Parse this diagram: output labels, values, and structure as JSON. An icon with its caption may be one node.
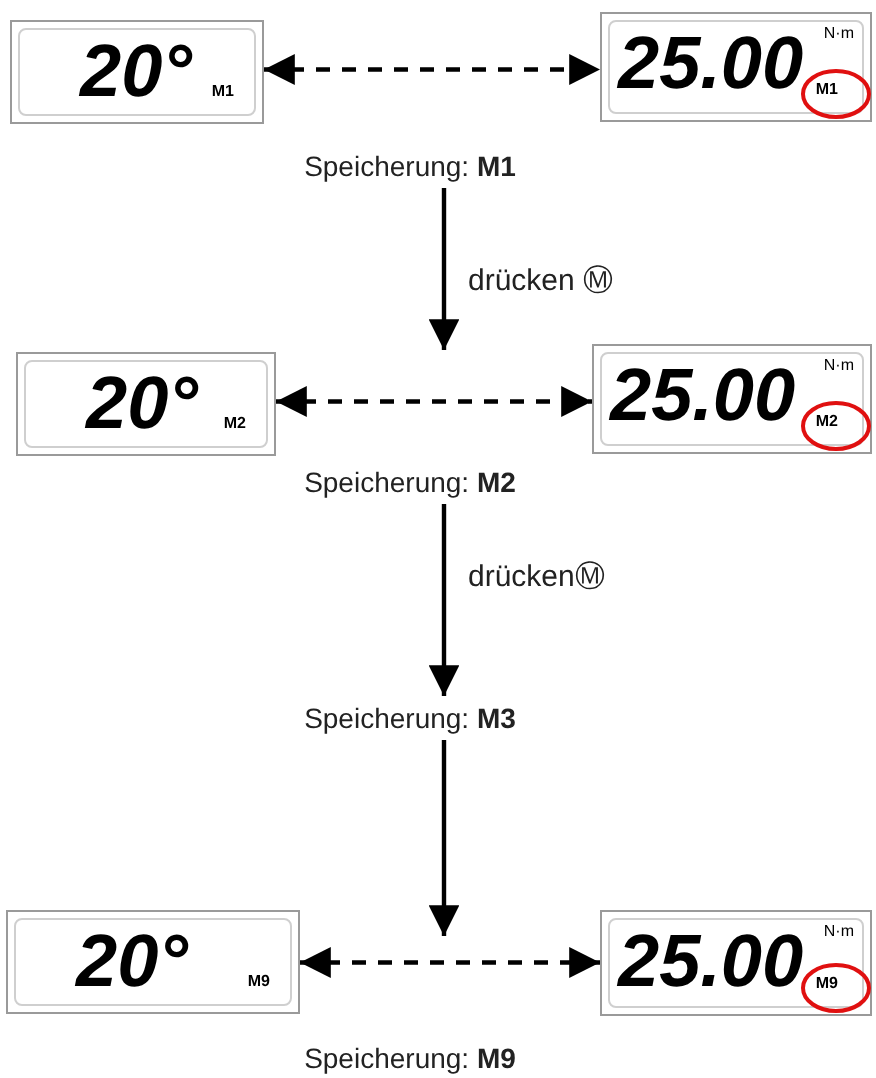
{
  "diagram": {
    "nodes": [
      {
        "text": [
          "20°",
          "M1"
        ]
      },
      {
        "text": [
          "25.00",
          "N·m",
          "M1"
        ]
      },
      {
        "text": [
          "Speicherung: **M1**"
        ]
      },
      {
        "text": [
          "20°",
          "M2"
        ]
      },
      {
        "text": [
          "25.00",
          "N·m",
          "M2"
        ]
      },
      {
        "text": [
          "Speicherung: **M2**"
        ]
      },
      {
        "text": [
          "Speicherung: **M3**"
        ]
      },
      {
        "text": [
          "20°",
          "M9"
        ]
      },
      {
        "text": [
          "25.00",
          "N·m",
          "M9"
        ]
      },
      {
        "text": [
          "Speicherung: **M9**"
        ]
      }
    ],
    "edges": [
      {
        "from": 0,
        "to": 1,
        "arrow": "both",
        "style": "dashed"
      },
      {
        "from": 2,
        "to": null,
        "arrow": "to",
        "label": "drücken Ⓜ"
      },
      {
        "from": 3,
        "to": 4,
        "arrow": "both",
        "style": "dashed"
      },
      {
        "from": 5,
        "to": 6,
        "arrow": "to",
        "label": "drückenⓂ"
      },
      {
        "from": 6,
        "to": null,
        "arrow": "to"
      },
      {
        "from": 7,
        "to": 8,
        "arrow": "both",
        "style": "dashed"
      }
    ]
  }
}
